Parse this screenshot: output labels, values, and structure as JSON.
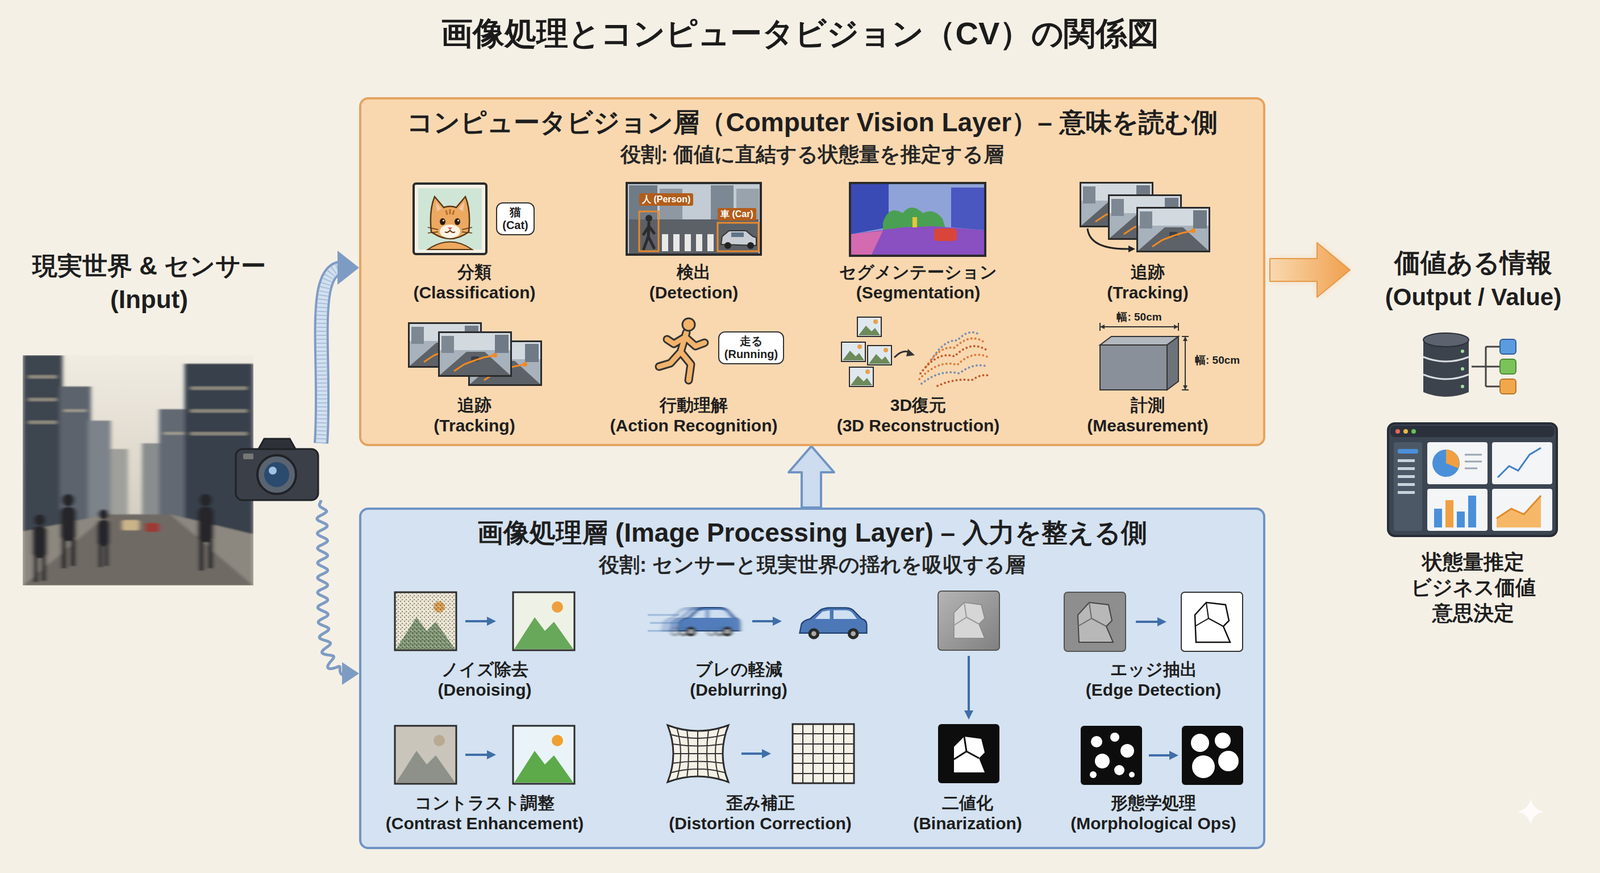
{
  "diagram": {
    "title": "画像処理とコンピュータビジョン（CV）の関係図",
    "nodes": [
      {
        "text": [
          "現実世界 & センサー",
          "(Input)"
        ]
      },
      {
        "text": [
          "コンピュータビジョン層（Computer Vision Layer）– 意味を読む側",
          "役割: 価値に直結する状態量を推定する層"
        ]
      },
      {
        "text": [
          "分類",
          "(Classification)"
        ],
        "in": 1
      },
      {
        "text": [
          "検出",
          "(Detection)"
        ],
        "in": 1
      },
      {
        "text": [
          "セグメンテーション",
          "(Segmentation)"
        ],
        "in": 1
      },
      {
        "text": [
          "追跡",
          "(Tracking)"
        ],
        "in": 1
      },
      {
        "text": [
          "追跡",
          "(Tracking)"
        ],
        "in": 1
      },
      {
        "text": [
          "行動理解",
          "(Action Recognition)"
        ],
        "in": 1
      },
      {
        "text": [
          "3D復元",
          "(3D Reconstruction)"
        ],
        "in": 1
      },
      {
        "text": [
          "計測",
          "(Measurement)"
        ],
        "in": 1
      },
      {
        "text": [
          "画像処理層 (Image Processing Layer) – 入力を整える側",
          "役割: センサーと現実世界の揺れを吸収する層"
        ]
      },
      {
        "text": [
          "ノイズ除去",
          "(Denoising)"
        ],
        "in": 10
      },
      {
        "text": [
          "ブレの軽減",
          "(Deblurring)"
        ],
        "in": 10
      },
      {
        "text": [
          "エッジ抽出",
          "(Edge Detection)"
        ],
        "in": 10
      },
      {
        "text": [
          "コントラスト調整",
          "(Contrast Enhancement)"
        ],
        "in": 10
      },
      {
        "text": [
          "歪み補正",
          "(Distortion Correction)"
        ],
        "in": 10
      },
      {
        "text": [
          "二値化",
          "(Binarization)"
        ],
        "in": 10
      },
      {
        "text": [
          "形態学処理",
          "(Morphological Ops)"
        ],
        "in": 10
      },
      {
        "text": [
          "価値ある情報",
          "(Output / Value)",
          "状態量推定 ビジネス価値 意思決定"
        ]
      }
    ],
    "edges": [
      {
        "from": 0,
        "to": 1,
        "arrow": "to"
      },
      {
        "from": 0,
        "to": 10,
        "arrow": "to"
      },
      {
        "from": 10,
        "to": 1,
        "arrow": "to"
      },
      {
        "from": 1,
        "to": 18,
        "arrow": "to"
      }
    ],
    "labels": [
      "猫 (Cat)",
      "人 (Person)",
      "車 (Car)",
      "走る (Running)",
      "幅: 50cm",
      "幅: 50cm"
    ]
  }
}
